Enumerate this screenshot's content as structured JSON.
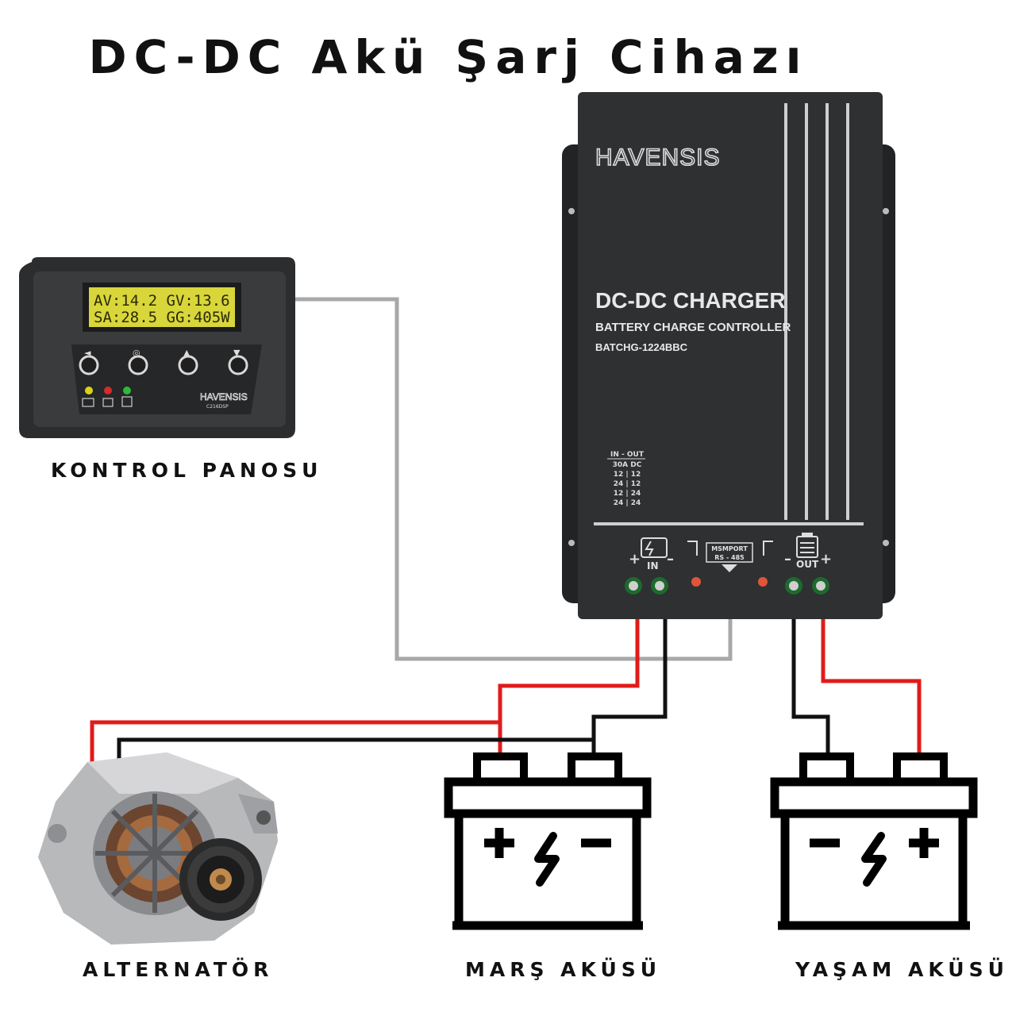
{
  "title": "DC-DC Akü Şarj Cihazı",
  "control_panel": {
    "caption": "KONTROL PANOSU",
    "lcd_line1": "AV:14.2  GV:13.6",
    "lcd_line2": "SA:28.5  GG:405W",
    "brand": "HAVENSIS",
    "model": "C216DSP",
    "button_symbols": [
      "◄",
      "◎",
      "▲",
      "▼"
    ],
    "led_colors": [
      "#d9d21a",
      "#d42b2b",
      "#2fb83a"
    ]
  },
  "charger": {
    "brand": "HAVENSIS",
    "heading": "DC-DC CHARGER",
    "subheading": "BATTERY CHARGE CONTROLLER",
    "model": "BATCHG-1224BBC",
    "spec_lines": [
      "IN - OUT",
      "30A DC",
      "12 | 12",
      "24 | 12",
      "12 | 24",
      "24 | 24"
    ],
    "port_label": "MSMPORT",
    "port_sub": "RS - 485",
    "in_label": "IN",
    "out_label": "OUT"
  },
  "alternator": {
    "caption": "ALTERNATÖR"
  },
  "start_battery": {
    "caption": "MARŞ AKÜSÜ"
  },
  "house_battery": {
    "caption": "YAŞAM AKÜSÜ"
  },
  "colors": {
    "positive_wire": "#e11b1b",
    "negative_wire": "#111111",
    "data_wire": "#a8a8a8",
    "device_body": "#2f3031"
  }
}
